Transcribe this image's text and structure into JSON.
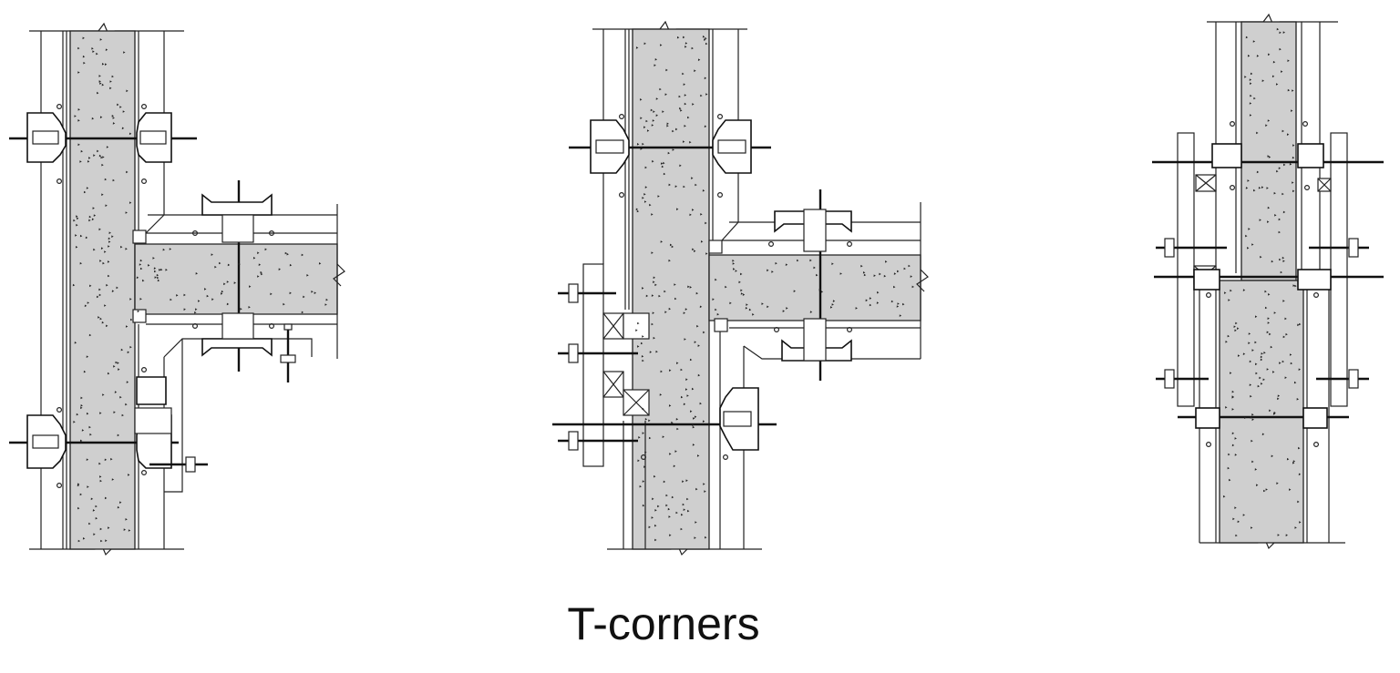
{
  "caption": "T-corners",
  "figure": {
    "details": [
      {
        "variant": "t-junction-walls-right-side"
      },
      {
        "variant": "t-junction-with-walers-left-side"
      },
      {
        "variant": "inline-wall-stop-end"
      }
    ]
  }
}
